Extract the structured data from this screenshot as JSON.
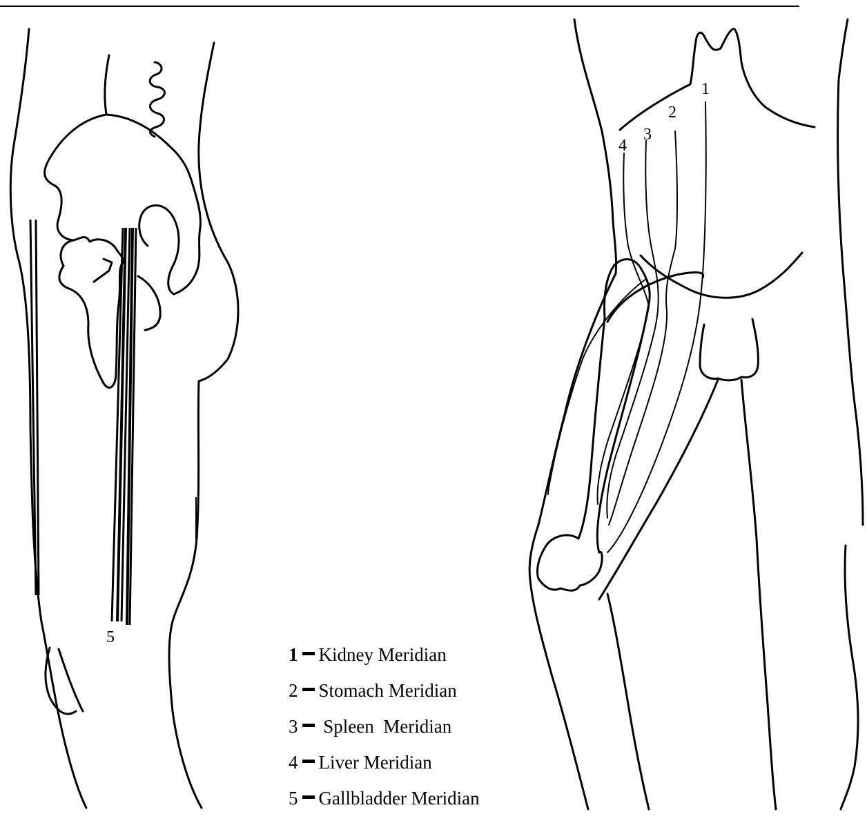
{
  "figure": {
    "left_panel": {
      "label": "5"
    },
    "right_panel": {
      "labels": [
        "1",
        "2",
        "3",
        "4"
      ]
    }
  },
  "legend": [
    {
      "number": "1",
      "name": "Kidney Meridian"
    },
    {
      "number": "2",
      "name": "Stomach Meridian"
    },
    {
      "number": "3",
      "name": " Spleen  Meridian"
    },
    {
      "number": "4",
      "name": "Liver Meridian"
    },
    {
      "number": "5",
      "name": "Gallbladder Meridian"
    }
  ]
}
